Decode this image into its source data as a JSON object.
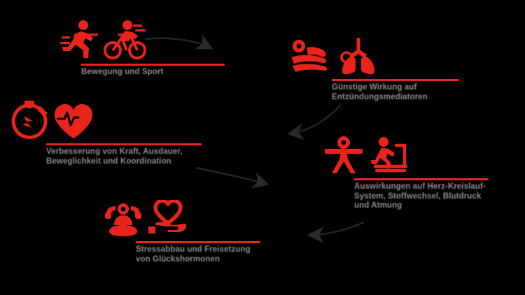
{
  "meta": {
    "background_color": "#000000",
    "accent_color": "#E8241C",
    "text_color": "#9a9a9a"
  },
  "nodes": [
    {
      "id": "sport",
      "icons": [
        "running-person-icon",
        "cyclist-icon"
      ],
      "lines": [
        "Bewegung und Sport"
      ]
    },
    {
      "id": "kraft",
      "icons": [
        "stopwatch-icon",
        "heart-pulse-icon"
      ],
      "lines": [
        "Verbesserung von Kraft, Ausdauer,",
        "Beweglichkeit und Koordination"
      ]
    },
    {
      "id": "stress",
      "icons": [
        "meditating-person-icon",
        "hand-holding-heart-icon"
      ],
      "lines": [
        "Stressabbau und Freisetzung",
        "von Glückshormonen"
      ]
    },
    {
      "id": "entzuendung",
      "icons": [
        "massage-therapy-icon",
        "lungs-icon"
      ],
      "lines": [
        "Günstige Wirkung auf",
        "Entzündungsmediatoren"
      ]
    },
    {
      "id": "herz",
      "icons": [
        "stretching-person-icon",
        "treadmill-icon"
      ],
      "lines": [
        "Auswirkungen auf Herz-Kreislauf-",
        "System, Stoffwechsel, Blutdruck",
        "und Atmung"
      ]
    }
  ],
  "connectors": [
    {
      "id": "sport-to-entzuendung",
      "icon": "curved-arrow-right-icon"
    },
    {
      "id": "entzuendung-to-herz",
      "icon": "curved-arrow-left-icon"
    },
    {
      "id": "kraft-to-stress",
      "icon": "curved-arrow-down-icon"
    },
    {
      "id": "herz-to-stress",
      "icon": "curved-arrow-left-down-icon"
    }
  ]
}
